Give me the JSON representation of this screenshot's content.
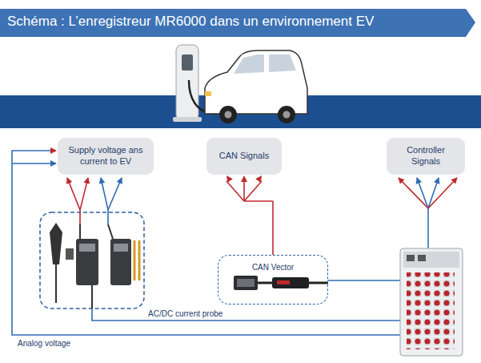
{
  "diagram": {
    "title": "Schéma : L’enregistreur MR6000 dans un environnement EV",
    "nodes": [
      {
        "text": [
          "Supply voltage ans current to EV"
        ]
      },
      {
        "text": [
          "CAN Signals"
        ]
      },
      {
        "text": [
          "Controller Signals"
        ]
      },
      {
        "text": [
          "CAN Vector"
        ]
      }
    ],
    "edges": [
      {
        "from": 3,
        "to": 1,
        "arrow": "to"
      }
    ],
    "labels": [
      "AC/DC current probe",
      "Analog voltage"
    ]
  }
}
